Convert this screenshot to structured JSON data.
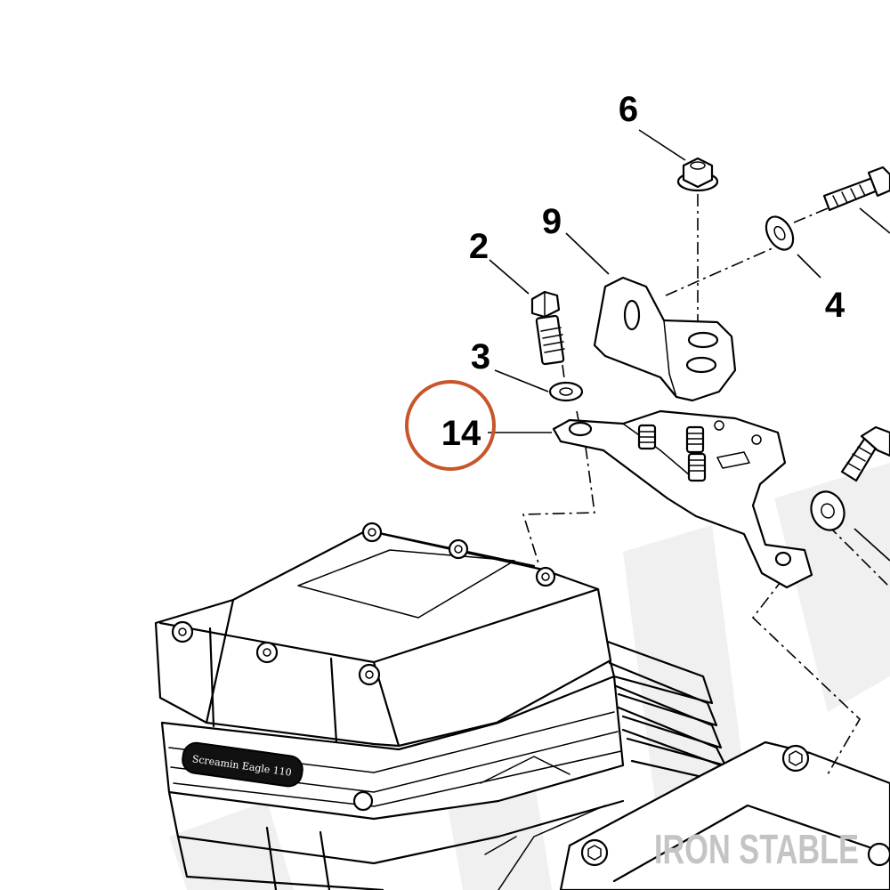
{
  "callouts": {
    "c2": "2",
    "c3": "3",
    "c4": "4",
    "c6": "6",
    "c9": "9",
    "c14": "14"
  },
  "highlight": {
    "target": "14",
    "color": "#c8562a"
  },
  "nameplate": {
    "text": "Screamin Eagle 110"
  },
  "watermark": {
    "text": "IRON STABLE",
    "color": "#c4c4c4"
  }
}
